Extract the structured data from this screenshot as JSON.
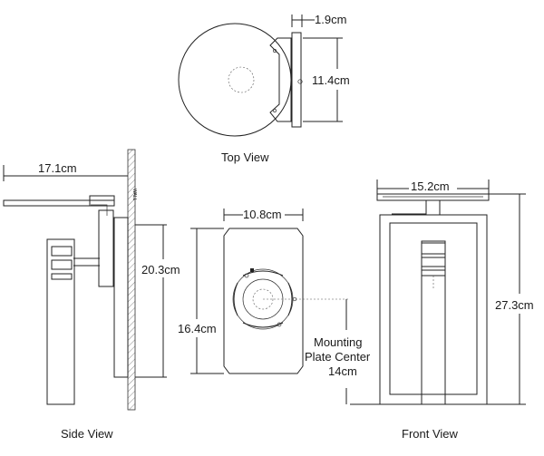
{
  "views": {
    "top": "Top View",
    "side": "Side View",
    "front": "Front View"
  },
  "dimensions": {
    "top_depth": "1.9cm",
    "top_plate": "11.4cm",
    "side_extension": "17.1cm",
    "side_plate": "20.3cm",
    "plate_width": "10.8cm",
    "plate_height": "16.4cm",
    "front_width": "15.2cm",
    "front_height": "27.3cm"
  },
  "mounting": {
    "line1": "Mounting",
    "line2": "Plate Center",
    "line3": "14cm"
  },
  "wall_label": "WALL"
}
